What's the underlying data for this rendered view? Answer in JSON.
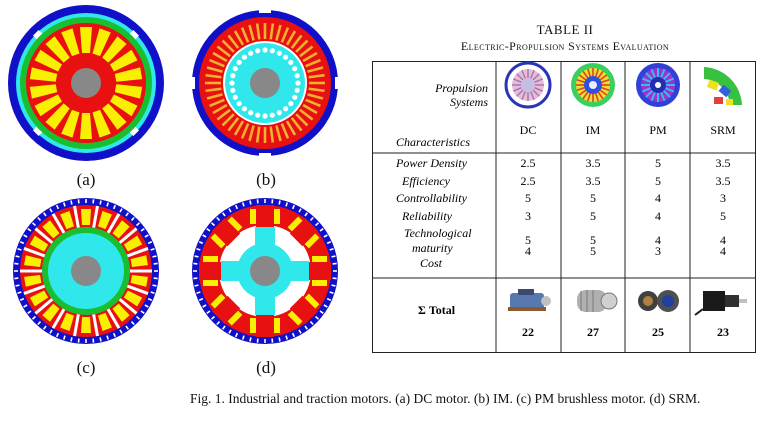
{
  "figure": {
    "sublabels": [
      "(a)",
      "(b)",
      "(c)",
      "(d)"
    ],
    "caption": "Fig. 1.    Industrial and traction motors. (a) DC motor. (b) IM. (c) PM brushless motor. (d) SRM."
  },
  "colors": {
    "stator_blue": "#1010c8",
    "rotor_red": "#e81010",
    "winding_yellow": "#f8f000",
    "airgap_cyan": "#30e8ec",
    "green_ring": "#18c030",
    "shaft_gray": "#888888"
  },
  "table": {
    "number": "TABLE  II",
    "title": "Electric-Propulsion Systems Evaluation",
    "header_row_label": "Propulsion Systems",
    "header_col_label": "Characteristics",
    "systems": [
      "DC",
      "IM",
      "PM",
      "SRM"
    ],
    "rows": [
      {
        "label": "Power Density",
        "values": [
          "2.5",
          "3.5",
          "5",
          "3.5"
        ],
        "italic": true
      },
      {
        "label": "Efficiency",
        "values": [
          "2.5",
          "3.5",
          "5",
          "3.5"
        ],
        "italic": true
      },
      {
        "label": "Controllability",
        "values": [
          "5",
          "5",
          "4",
          "3"
        ],
        "italic": true
      },
      {
        "label": "Reliability",
        "values": [
          "3",
          "5",
          "4",
          "5"
        ],
        "italic": true
      },
      {
        "label": "Technological maturity",
        "values": [
          "5",
          "5",
          "4",
          "4"
        ],
        "italic": true
      },
      {
        "label": "Cost",
        "values": [
          "4",
          "5",
          "3",
          "4"
        ],
        "italic": true
      }
    ],
    "total_label": "Σ Total",
    "totals": [
      "22",
      "27",
      "25",
      "23"
    ]
  }
}
